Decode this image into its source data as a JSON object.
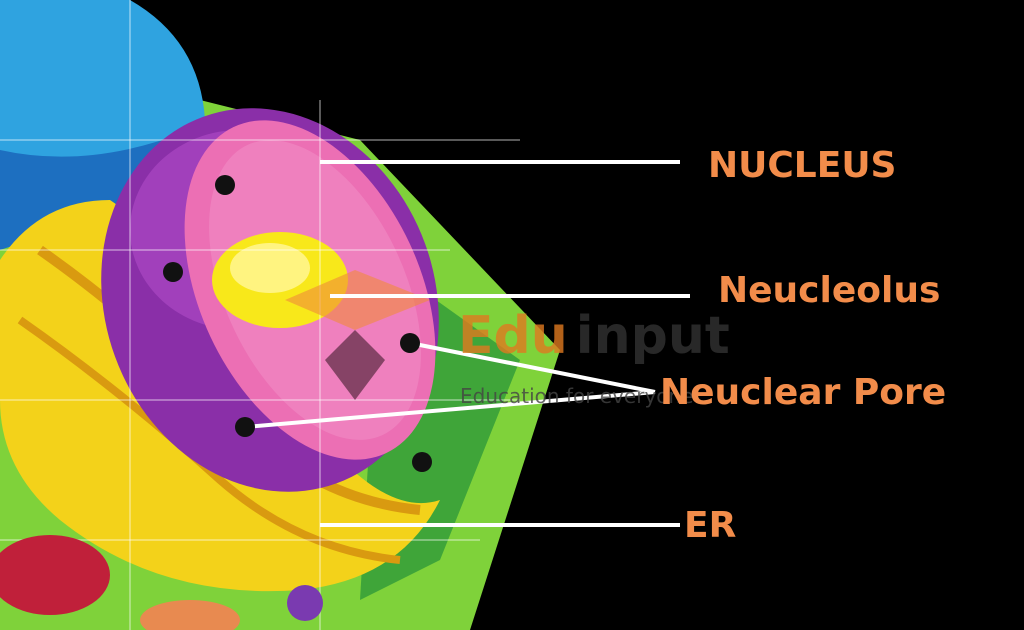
{
  "labels": {
    "nucleus": "NUCLEUS",
    "nucleolus": "Neucleolus",
    "nuclear_pore": "Neuclear Pore",
    "er": "ER"
  },
  "watermark": {
    "brand_part1": "Edu",
    "brand_part2": "input",
    "tagline": "Education for everyone"
  },
  "colors": {
    "label": "#f28c4a",
    "background": "#000000"
  }
}
